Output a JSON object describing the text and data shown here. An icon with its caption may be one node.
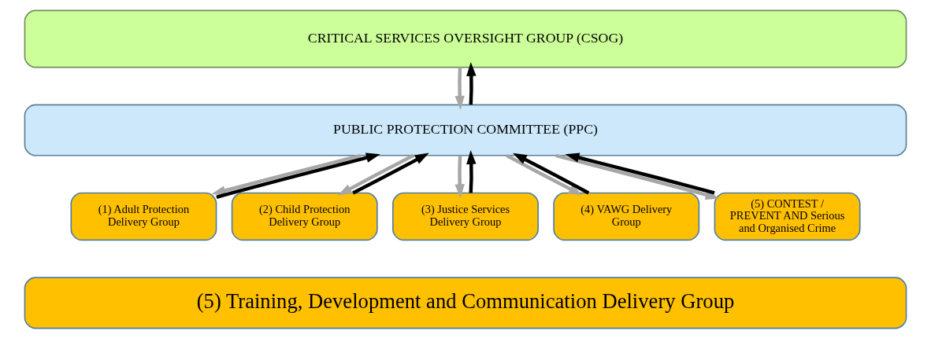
{
  "diagram": {
    "nodes": [
      {
        "text": [
          "CRITICAL SERVICES OVERSIGHT GROUP (CSOG)"
        ]
      },
      {
        "text": [
          "PUBLIC PROTECTION COMMITTEE (PPC)"
        ]
      },
      {
        "text": [
          "(1) Adult Protection Delivery Group"
        ]
      },
      {
        "text": [
          "(2) Child Protection Delivery Group"
        ]
      },
      {
        "text": [
          "(3) Justice Services Delivery Group"
        ]
      },
      {
        "text": [
          "(4) VAWG Delivery Group"
        ]
      },
      {
        "text": [
          "(5) CONTEST / PREVENT AND Serious and Organised Crime"
        ]
      },
      {
        "text": [
          "(5) Training, Development and Communication Delivery Group"
        ]
      }
    ],
    "edges": [
      {
        "from": 1,
        "to": 0,
        "arrow": "to",
        "color": "#000000"
      },
      {
        "from": 0,
        "to": 1,
        "arrow": "to",
        "color": "#a6a6a6"
      },
      {
        "from": 2,
        "to": 1,
        "arrow": "to",
        "color": "#000000"
      },
      {
        "from": 1,
        "to": 2,
        "arrow": "to",
        "color": "#a6a6a6"
      },
      {
        "from": 3,
        "to": 1,
        "arrow": "to",
        "color": "#000000"
      },
      {
        "from": 1,
        "to": 3,
        "arrow": "to",
        "color": "#a6a6a6"
      },
      {
        "from": 4,
        "to": 1,
        "arrow": "to",
        "color": "#000000"
      },
      {
        "from": 1,
        "to": 4,
        "arrow": "to",
        "color": "#a6a6a6"
      },
      {
        "from": 5,
        "to": 1,
        "arrow": "to",
        "color": "#000000"
      },
      {
        "from": 1,
        "to": 5,
        "arrow": "to",
        "color": "#a6a6a6"
      },
      {
        "from": 6,
        "to": 1,
        "arrow": "to",
        "color": "#000000"
      },
      {
        "from": 1,
        "to": 6,
        "arrow": "to",
        "color": "#a6a6a6"
      }
    ]
  }
}
